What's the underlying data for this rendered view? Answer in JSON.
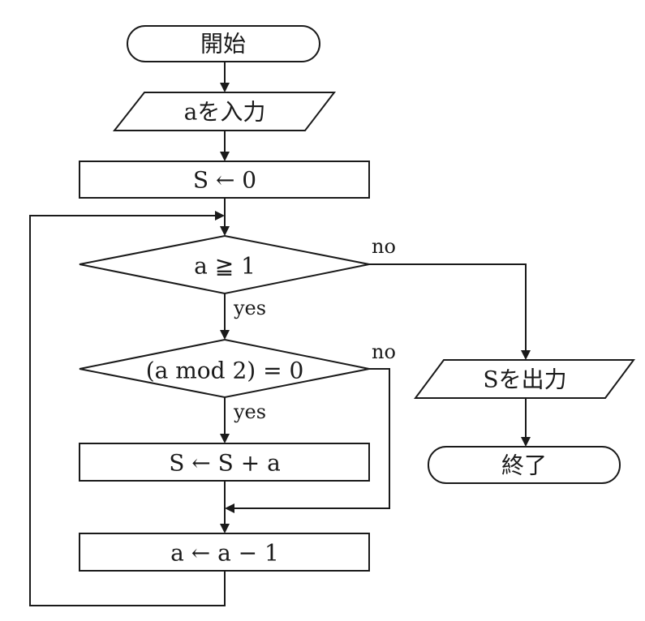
{
  "nodes": {
    "start": "開始",
    "input_a": "aを入力",
    "init_s": "S ← 0",
    "cond_a_ge_1": "a ≧ 1",
    "cond_a_mod_2": "(a mod 2) = 0",
    "add_s": "S ← S + a",
    "decrement_a": "a ← a − 1",
    "output_s": "Sを出力",
    "end": "終了"
  },
  "labels": {
    "cond1_no": "no",
    "cond1_yes": "yes",
    "cond2_no": "no",
    "cond2_yes": "yes"
  }
}
